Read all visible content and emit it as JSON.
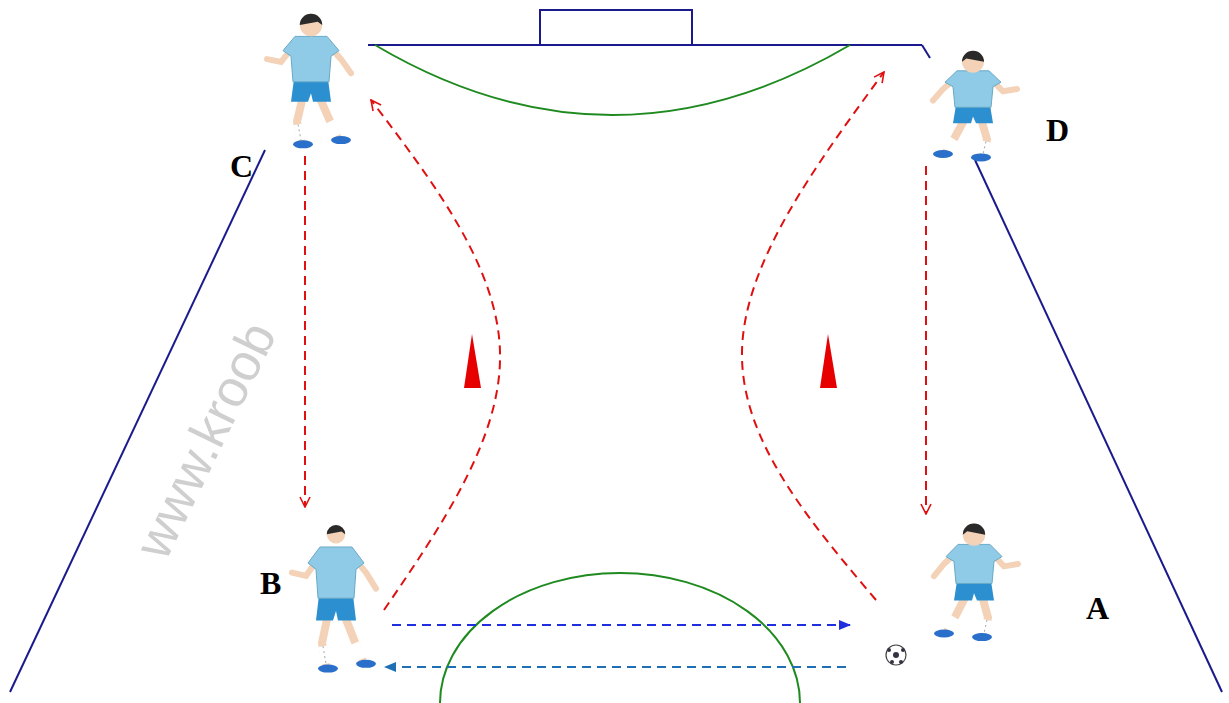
{
  "diagram": {
    "nodes": [
      {
        "text": [
          "C"
        ]
      },
      {
        "text": [
          "D"
        ]
      },
      {
        "text": [
          "B"
        ]
      },
      {
        "text": [
          "A"
        ]
      }
    ],
    "edges": [
      {
        "from": 0,
        "to": 2,
        "arrow": "to"
      },
      {
        "from": 1,
        "to": 3,
        "arrow": "to"
      },
      {
        "from": 2,
        "to": 0,
        "arrow": "to"
      },
      {
        "from": 3,
        "to": 1,
        "arrow": "to"
      },
      {
        "from": 2,
        "to": 3,
        "arrow": "to"
      },
      {
        "from": 3,
        "to": 2,
        "arrow": "to"
      }
    ],
    "labels": [
      "www.kroob"
    ]
  }
}
